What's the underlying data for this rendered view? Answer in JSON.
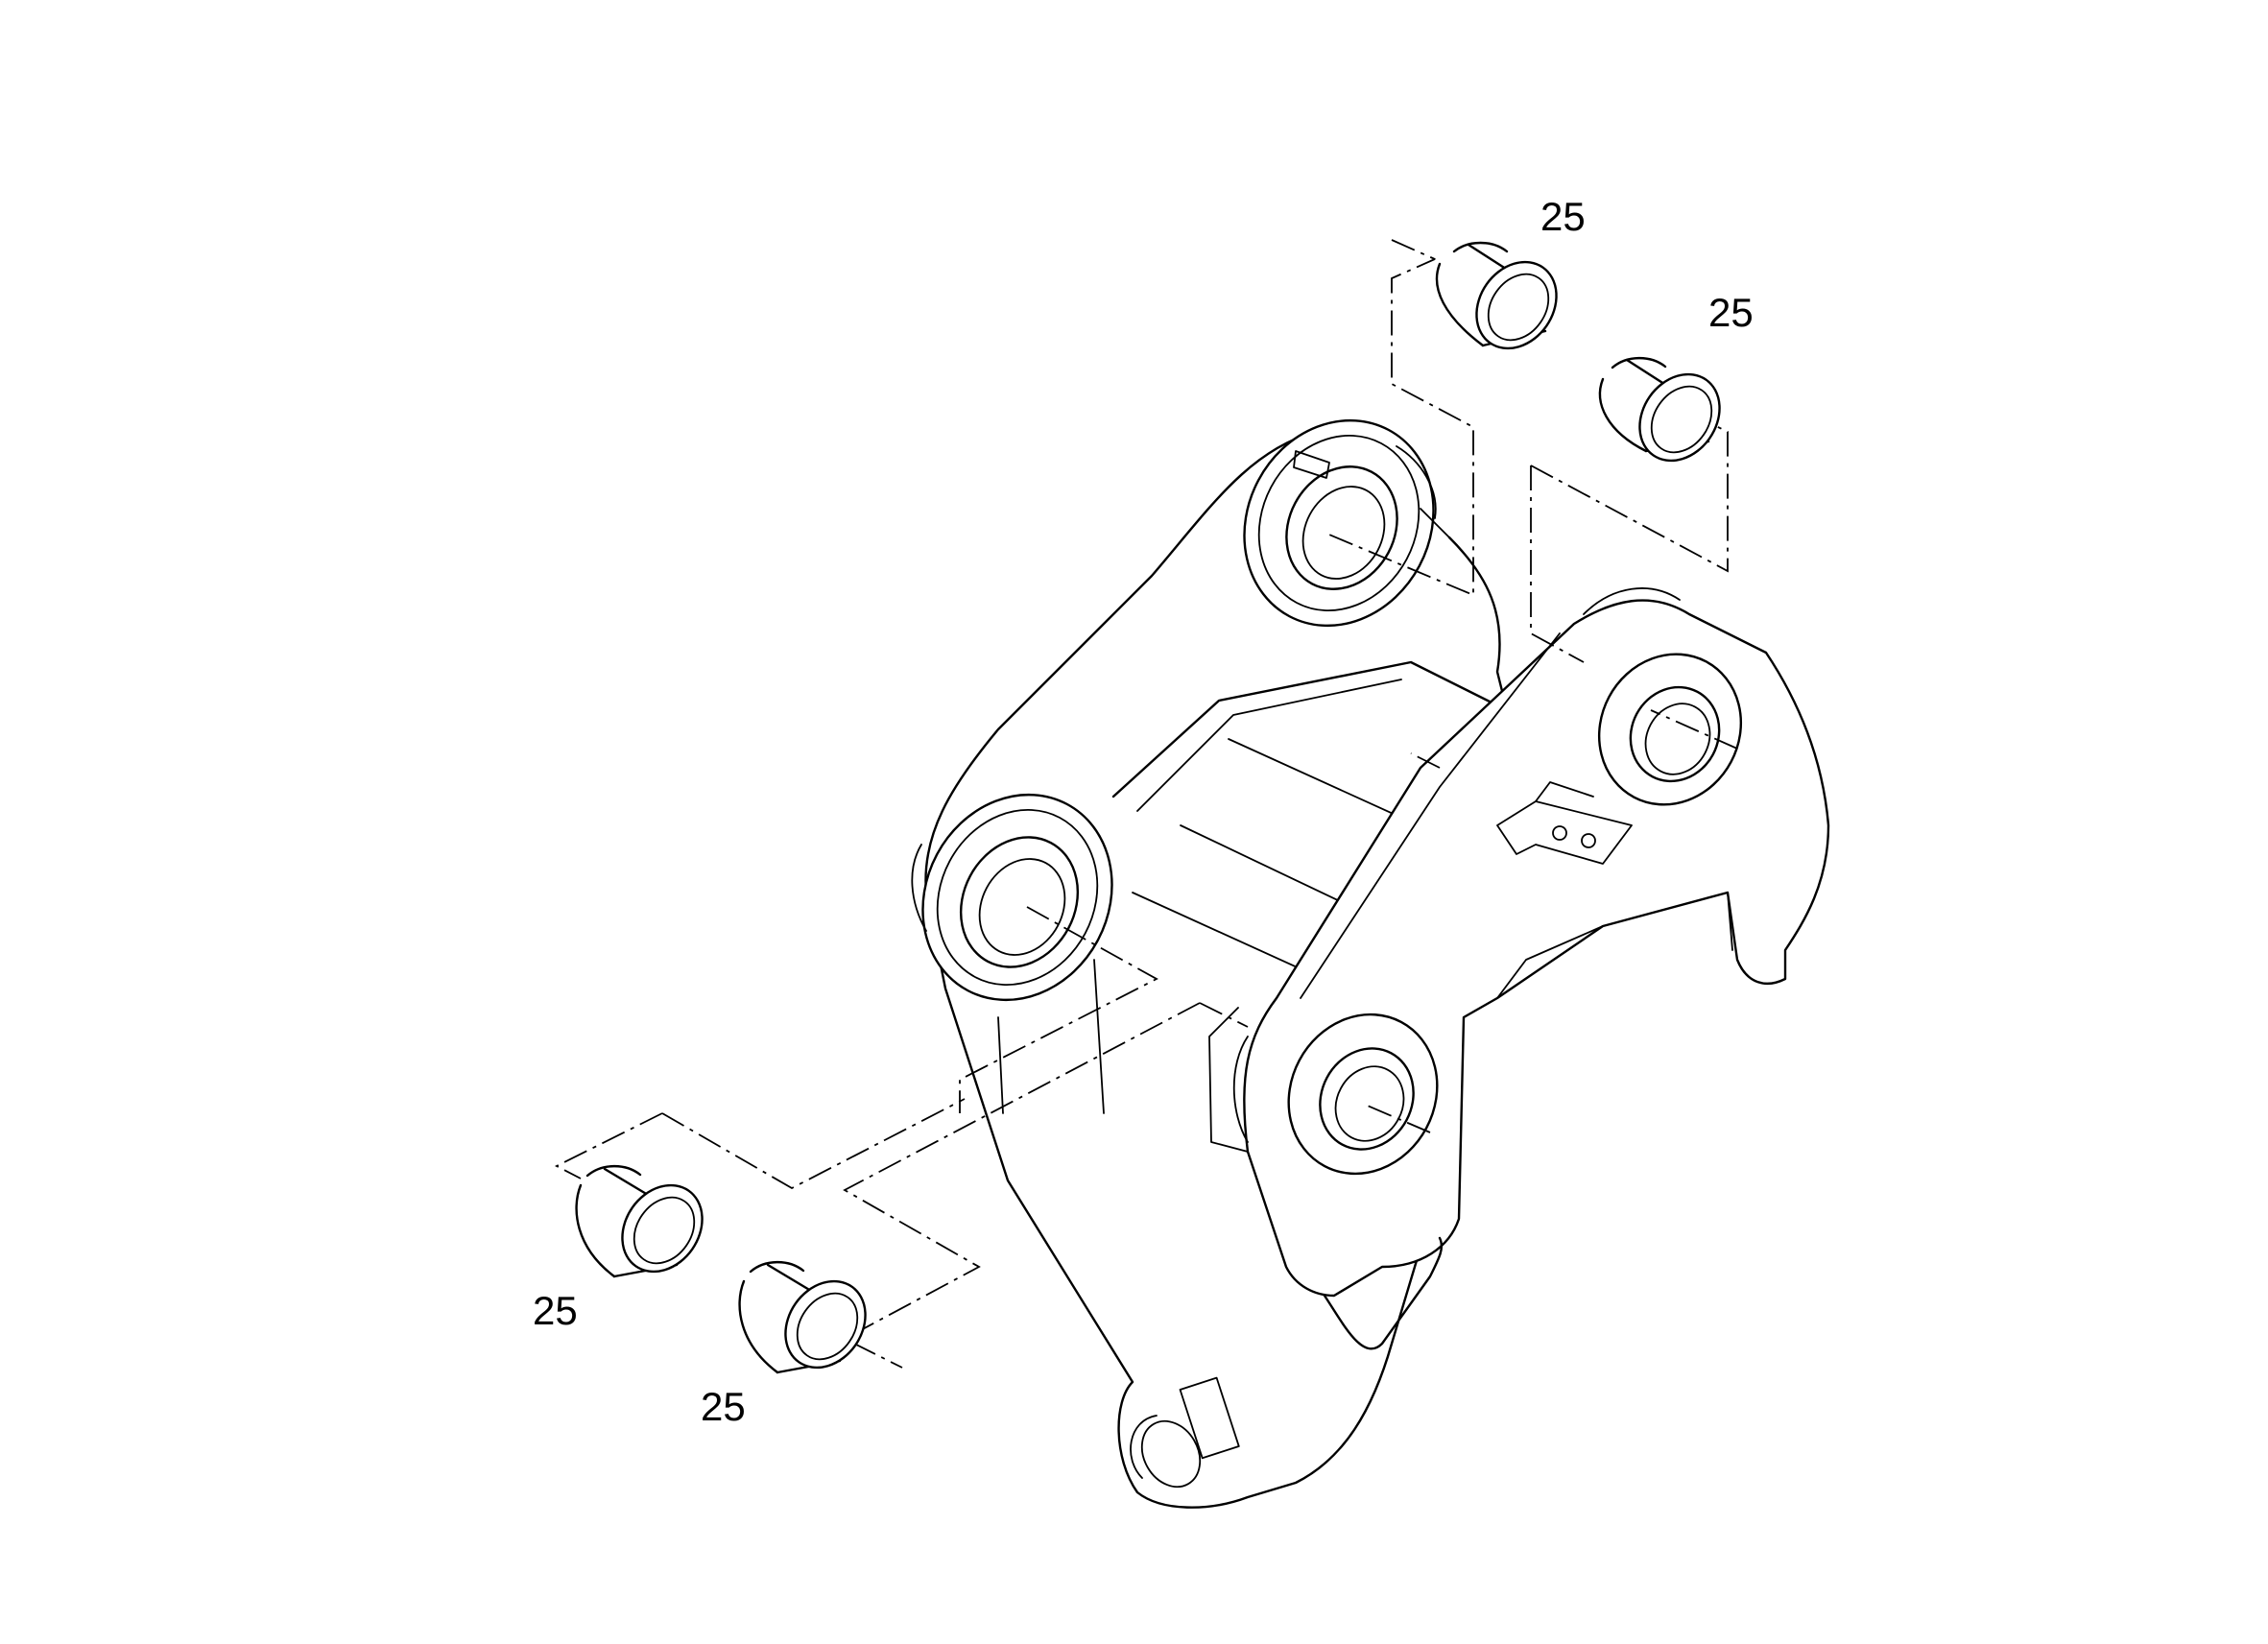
{
  "diagram": {
    "callouts": [
      {
        "id": "bushing-upper-left",
        "label": "25"
      },
      {
        "id": "bushing-upper-right",
        "label": "25"
      },
      {
        "id": "bushing-lower-left",
        "label": "25"
      },
      {
        "id": "bushing-lower-right",
        "label": "25"
      }
    ]
  }
}
